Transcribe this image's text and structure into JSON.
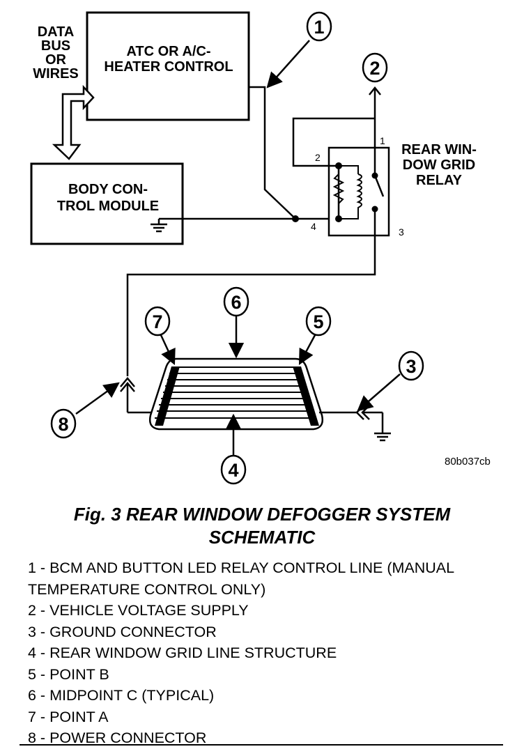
{
  "diagram": {
    "data_bus_label": [
      "DATA",
      "BUS",
      "OR",
      "WIRES"
    ],
    "atc_box_label": [
      "ATC OR A/C-",
      "HEATER CONTROL"
    ],
    "bcm_box_label": [
      "BODY CON-",
      "TROL MODULE"
    ],
    "relay_label": [
      "REAR WIN-",
      "DOW GRID",
      "RELAY"
    ],
    "relay_pins": [
      "1",
      "2",
      "3",
      "4"
    ],
    "callouts": [
      "1",
      "2",
      "3",
      "4",
      "5",
      "6",
      "7",
      "8"
    ],
    "figure_code": "80b037cb"
  },
  "caption": {
    "line1": "Fig. 3 REAR WINDOW DEFOGGER SYSTEM",
    "line2": "SCHEMATIC"
  },
  "legend": [
    "1 - BCM AND BUTTON LED RELAY CONTROL LINE (MANUAL TEMPERATURE CONTROL ONLY)",
    "2 - VEHICLE VOLTAGE SUPPLY",
    "3 - GROUND CONNECTOR",
    "4 - REAR WINDOW GRID LINE STRUCTURE",
    "5 - POINT B",
    "6 - MIDPOINT C (TYPICAL)",
    "7 - POINT A",
    "8 - POWER CONNECTOR"
  ]
}
